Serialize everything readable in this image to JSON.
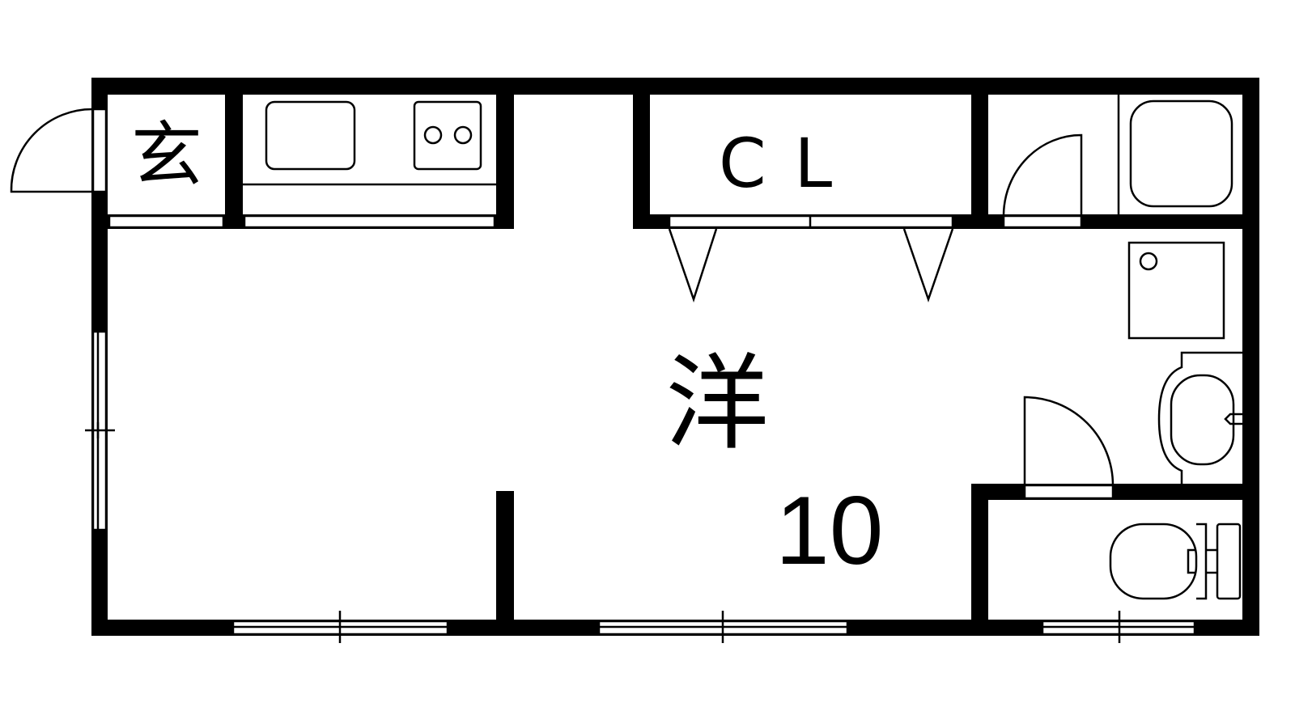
{
  "rooms": {
    "entrance": "玄",
    "closet": "C L",
    "western_room": "洋",
    "western_room_size": "10"
  },
  "colors": {
    "wall": "#000000",
    "background": "#ffffff"
  }
}
